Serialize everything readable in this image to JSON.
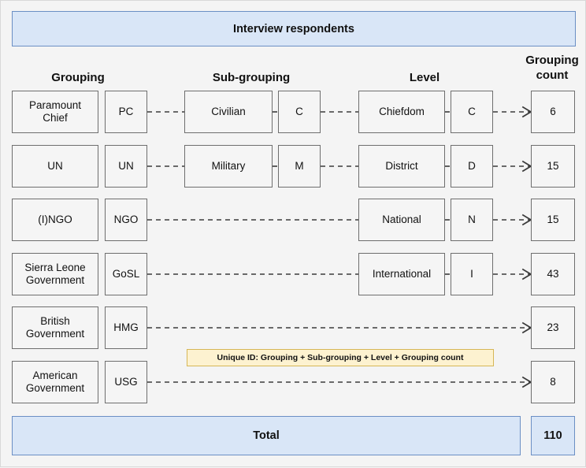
{
  "header": {
    "title": "Interview respondents"
  },
  "columns": {
    "grouping": "Grouping",
    "subgrouping": "Sub-grouping",
    "level": "Level",
    "grouping_count": "Grouping\ncount"
  },
  "rows": [
    {
      "grouping": "Paramount\nChief",
      "grouping_code": "PC",
      "subgrouping": "Civilian",
      "subgrouping_code": "C",
      "level": "Chiefdom",
      "level_code": "C",
      "count": "6"
    },
    {
      "grouping": "UN",
      "grouping_code": "UN",
      "subgrouping": "Military",
      "subgrouping_code": "M",
      "level": "District",
      "level_code": "D",
      "count": "15"
    },
    {
      "grouping": "(I)NGO",
      "grouping_code": "NGO",
      "subgrouping": "",
      "subgrouping_code": "",
      "level": "National",
      "level_code": "N",
      "count": "15"
    },
    {
      "grouping": "Sierra Leone\nGovernment",
      "grouping_code": "GoSL",
      "subgrouping": "",
      "subgrouping_code": "",
      "level": "International",
      "level_code": "I",
      "count": "43"
    },
    {
      "grouping": "British\nGovernment",
      "grouping_code": "HMG",
      "subgrouping": "",
      "subgrouping_code": "",
      "level": "",
      "level_code": "",
      "count": "23"
    },
    {
      "grouping": "American\nGovernment",
      "grouping_code": "USG",
      "subgrouping": "",
      "subgrouping_code": "",
      "level": "",
      "level_code": "",
      "count": "8"
    }
  ],
  "legend": {
    "text": "Unique ID: Grouping + Sub-grouping + Level + Grouping count"
  },
  "footer": {
    "total_label": "Total",
    "total_value": "110"
  },
  "colors": {
    "page_background": "#f4f4f4",
    "box_fill": "#f5f5f5",
    "box_stroke": "#6e6e6e",
    "banner_fill": "#d9e6f7",
    "banner_stroke": "#6b8fc4",
    "legend_fill": "#fdf2d0",
    "legend_stroke": "#d6b656",
    "connector_stroke": "#3b3b3b"
  }
}
